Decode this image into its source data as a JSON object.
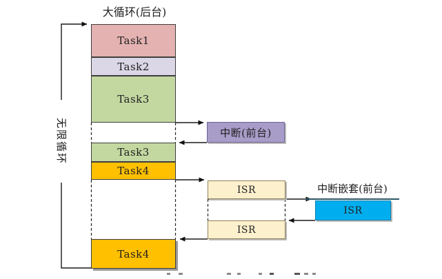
{
  "diagram": {
    "title": "大循环(后台)",
    "loop_label": "无限循环",
    "stack": {
      "task1": "Task1",
      "task2": "Task2",
      "task3_first": "Task3",
      "task3_second": "Task3",
      "task4_first": "Task4",
      "task4_second": "Task4"
    },
    "interrupt_box_label": "中断(前台)",
    "nested_interrupt_label": "中断嵌套(前台)",
    "isr_first": "ISR",
    "isr_second": "ISR",
    "isr_nested": "ISR"
  },
  "colors": {
    "task1": "#e3b2b1",
    "task2": "#dcd7e6",
    "task3": "#c3d8a1",
    "task4": "#ffc000",
    "interrupt": "#a89cc8",
    "isr": "#fdf0cd",
    "isr_nested": "#00aeef",
    "line": "#1a1a1a"
  }
}
